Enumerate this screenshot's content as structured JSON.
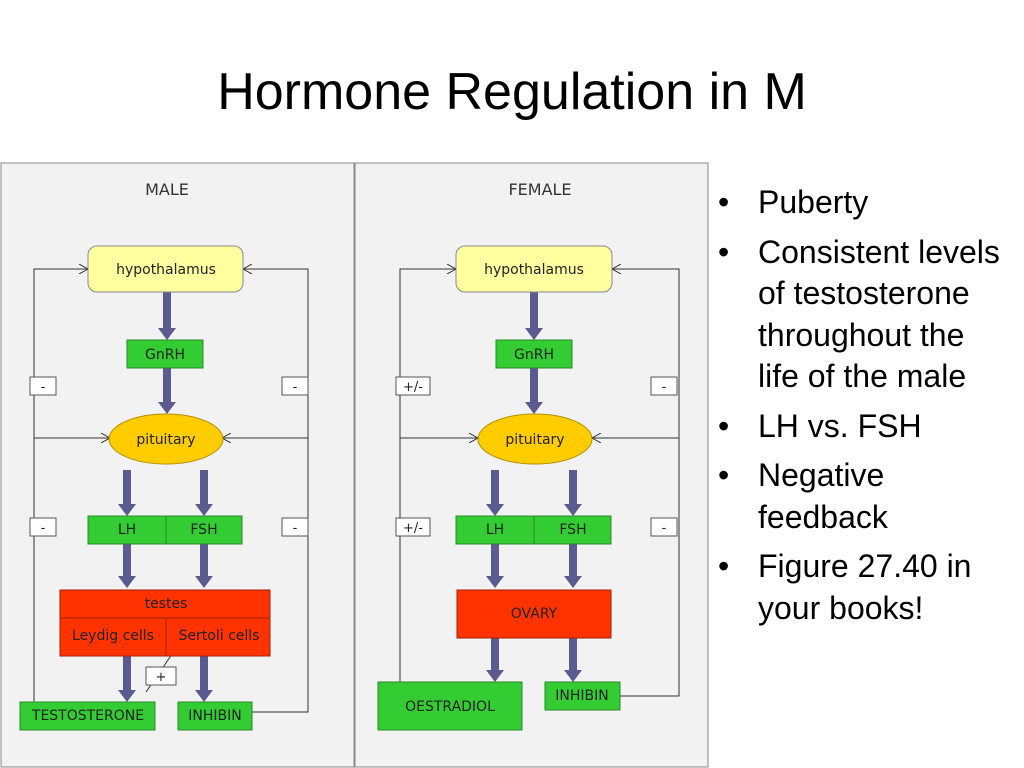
{
  "slide": {
    "title": "Hormone Regulation in M",
    "bullets": [
      "Puberty",
      "Consistent levels of testosterone throughout the life of the male",
      "LH vs. FSH",
      "Negative feedback",
      "Figure 27.40 in your books!"
    ]
  },
  "diagram": {
    "male": {
      "header": "MALE",
      "hypothalamus": "hypothalamus",
      "gnrh": "GnRH",
      "pituitary": "pituitary",
      "lh": "LH",
      "fsh": "FSH",
      "testes": "testes",
      "leydig": "Leydig cells",
      "sertoli": "Sertoli cells",
      "testosterone": "TESTOSTERONE",
      "inhibin": "INHIBIN",
      "plus": "+",
      "left_sign_top": "-",
      "left_sign_bottom": "-",
      "right_sign_top": "-",
      "right_sign_bottom": "-"
    },
    "female": {
      "header": "FEMALE",
      "hypothalamus": "hypothalamus",
      "gnrh": "GnRH",
      "pituitary": "pituitary",
      "lh": "LH",
      "fsh": "FSH",
      "ovary": "OVARY",
      "oestradiol": "OESTRADIOL",
      "inhibin": "INHIBIN",
      "left_sign_top": "+/-",
      "left_sign_bottom": "+/-",
      "right_sign_top": "-",
      "right_sign_bottom": "-"
    },
    "colors": {
      "hypothalamus": "#ffffa0",
      "green": "#33cc33",
      "pituitary": "#ffcc00",
      "red": "#ff3300",
      "arrow": "#5b5b8f"
    }
  }
}
